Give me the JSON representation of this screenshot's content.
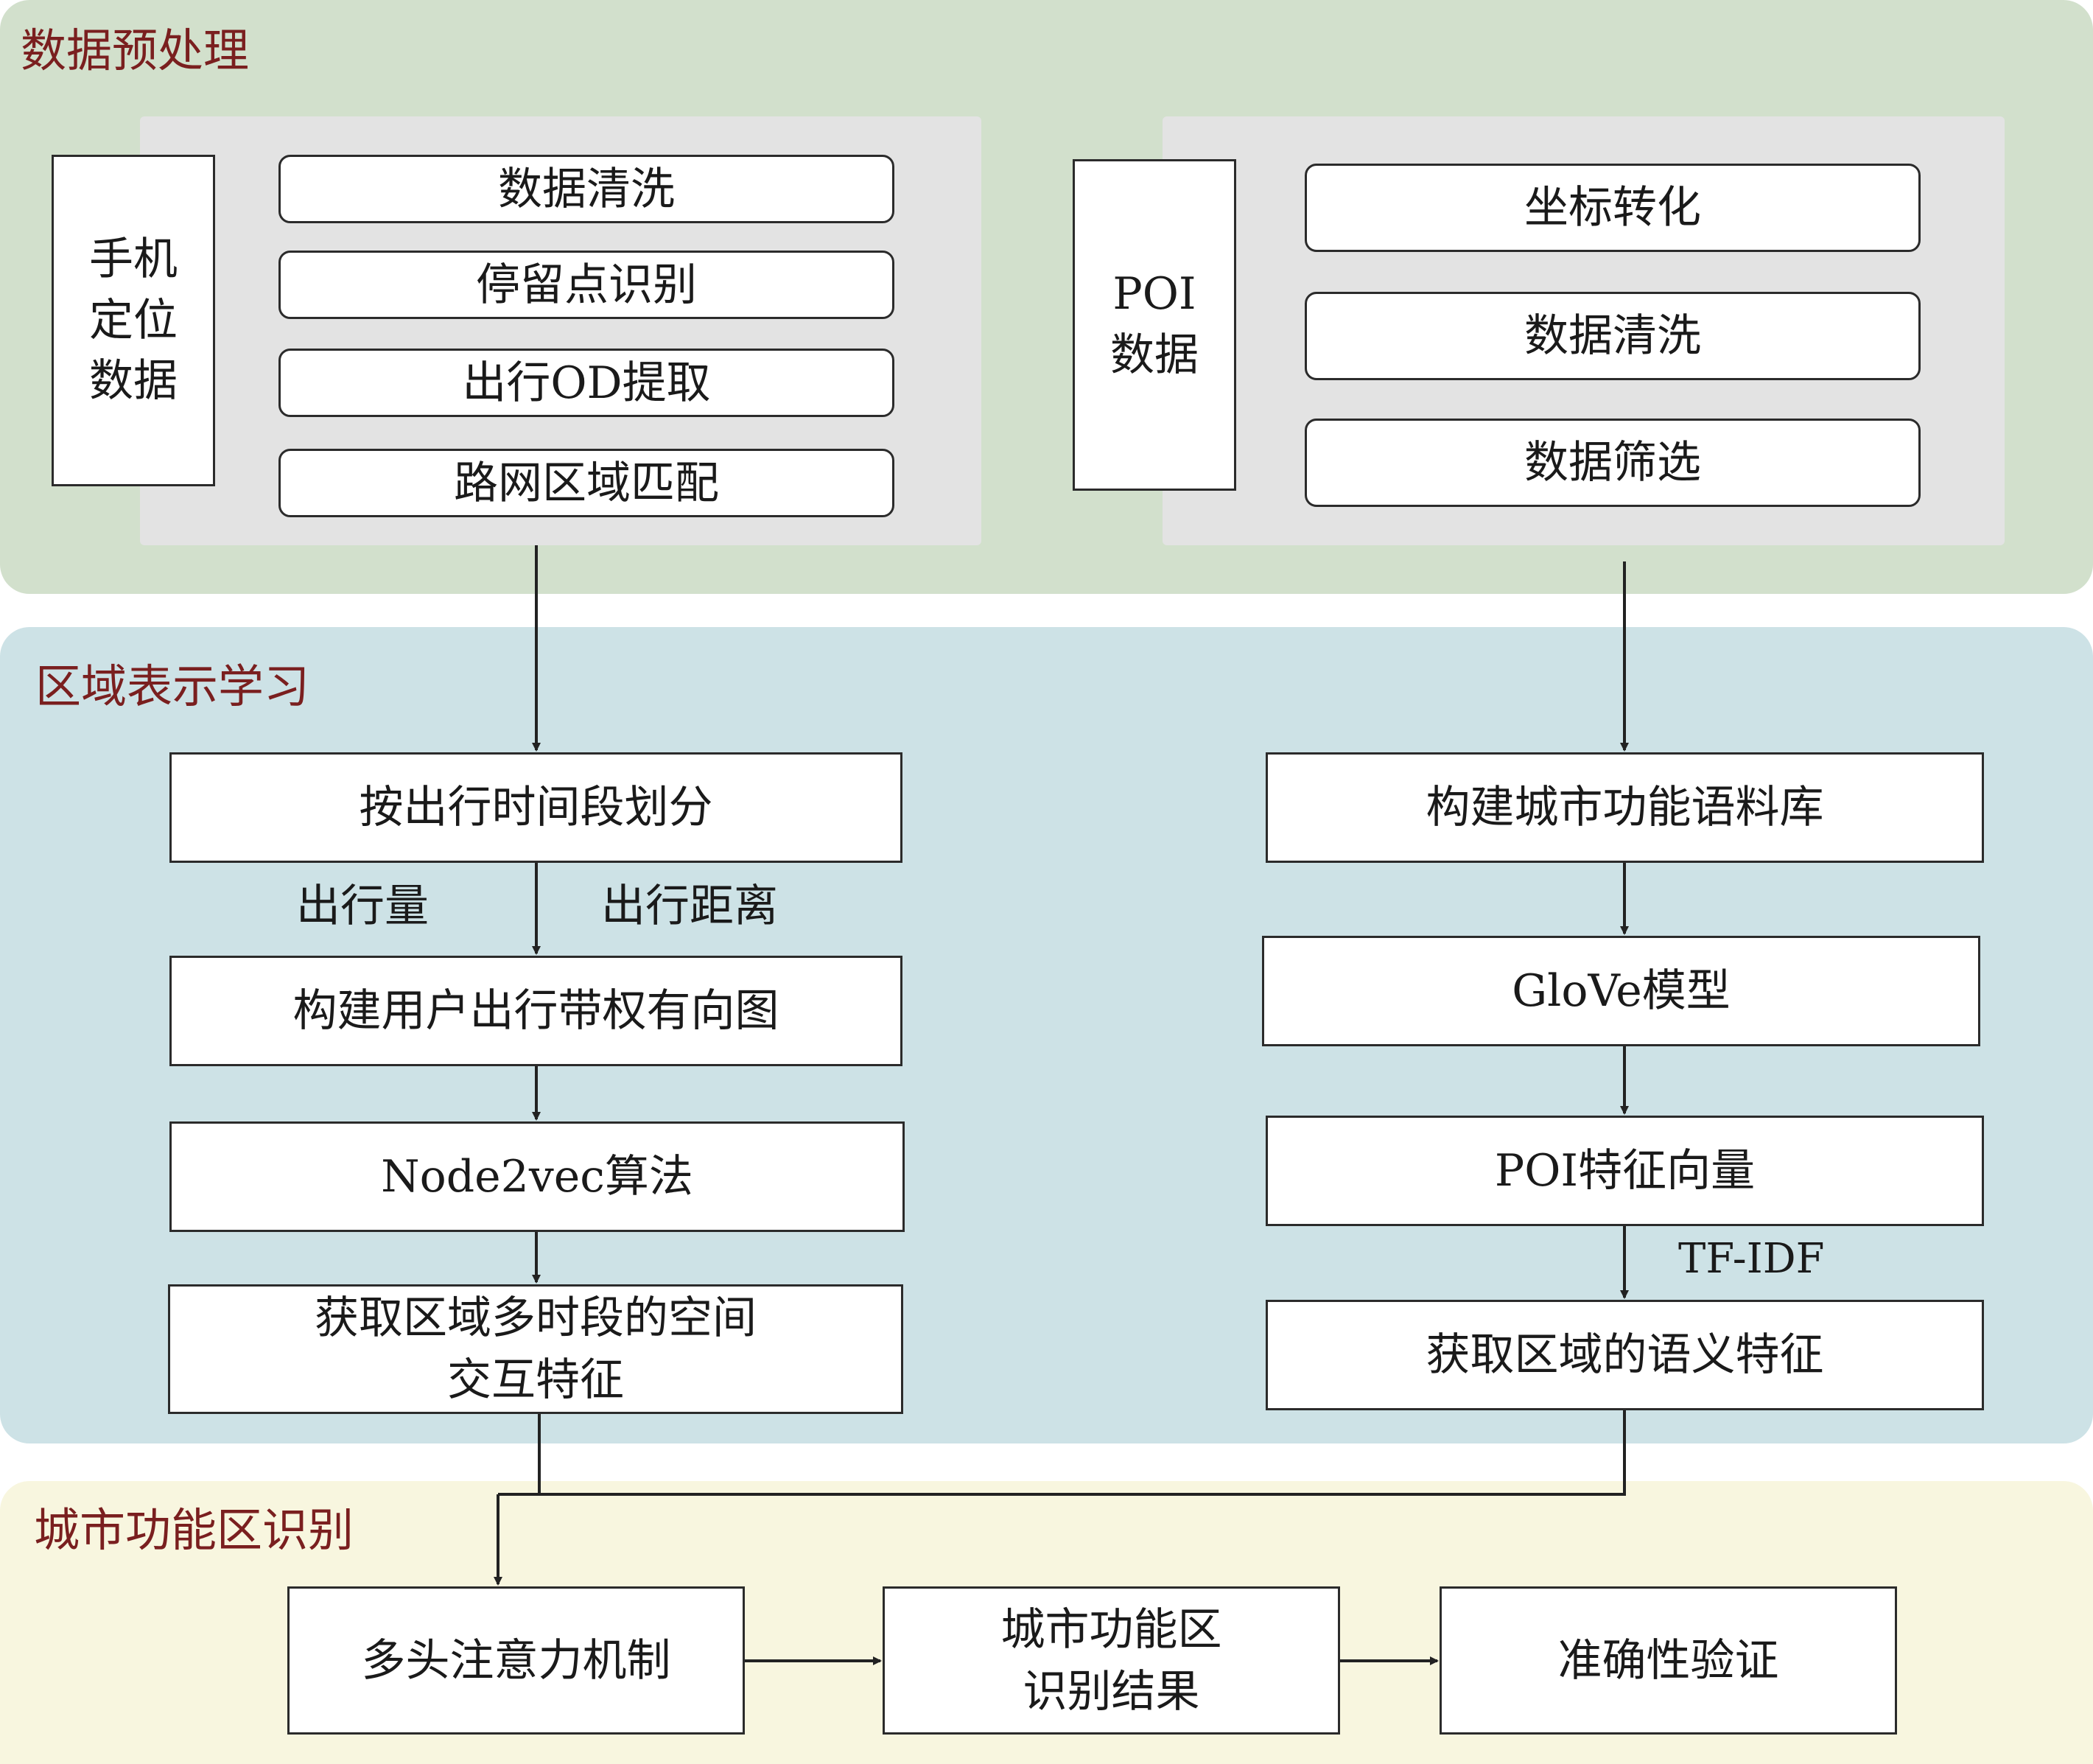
{
  "colors": {
    "panel_preprocess": "#d2e0cc",
    "panel_representation": "#cde2e6",
    "panel_identification": "#f8f6df",
    "title_text": "#7a1f1f"
  },
  "sections": {
    "preprocess": {
      "title": "数据预处理",
      "mobile": {
        "source": "手机\n定位\n数据",
        "steps": [
          "数据清洗",
          "停留点识别",
          "出行OD提取",
          "路网区域匹配"
        ]
      },
      "poi": {
        "source": "POI\n数据",
        "steps": [
          "坐标转化",
          "数据清洗",
          "数据筛选"
        ]
      }
    },
    "representation": {
      "title": "区域表示学习",
      "left": {
        "split": "按出行时间段划分",
        "edge_label_volume": "出行量",
        "edge_label_distance": "出行距离",
        "graph": "构建用户出行带权有向图",
        "algorithm": "Node2vec算法",
        "feature": "获取区域多时段的空间\n交互特征"
      },
      "right": {
        "corpus": "构建城市功能语料库",
        "model": "GloVe模型",
        "vector": "POI特征向量",
        "edge_label_tfidf": "TF-IDF",
        "feature": "获取区域的语义特征"
      }
    },
    "identification": {
      "title": "城市功能区识别",
      "attention": "多头注意力机制",
      "result": "城市功能区\n识别结果",
      "validation": "准确性验证"
    }
  }
}
